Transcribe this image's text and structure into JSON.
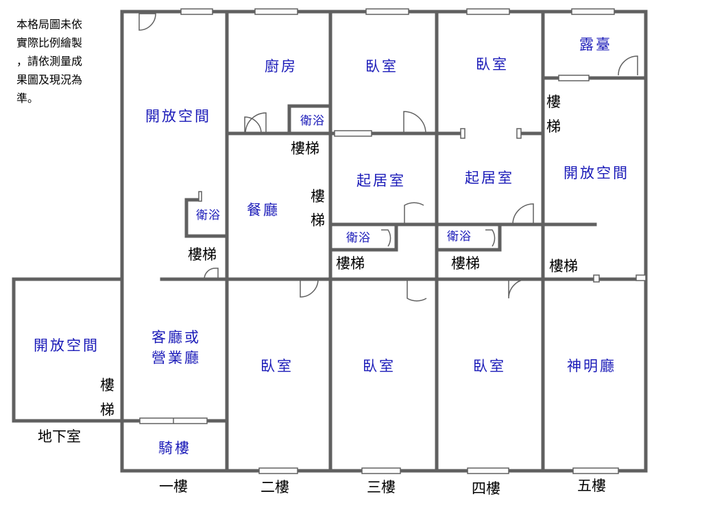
{
  "note": {
    "lines": [
      "本格局圖未依",
      "實際比例繪製",
      "，請依測量成",
      "果圖及現況為",
      "準。"
    ]
  },
  "floor_labels": {
    "basement": "地下室",
    "floor1": "一樓",
    "floor2": "二樓",
    "floor3": "三樓",
    "floor4": "四樓",
    "floor5": "五樓"
  },
  "rooms": {
    "basement_open_space": "開放空間",
    "f1_open_space": "開放空間",
    "f1_bathroom": "衛浴",
    "f1_living_line1": "客廳或",
    "f1_living_line2": "營業廳",
    "f1_arcade": "騎樓",
    "f2_kitchen": "廚房",
    "f2_bathroom": "衛浴",
    "f2_dining": "餐廳",
    "f2_bedroom": "臥室",
    "f3_bedroom_top": "臥室",
    "f3_living": "起居室",
    "f3_bathroom": "衛浴",
    "f3_bedroom_bottom": "臥室",
    "f4_bedroom_top": "臥室",
    "f4_living": "起居室",
    "f4_bathroom": "衛浴",
    "f4_bedroom_bottom": "臥室",
    "f5_terrace": "露臺",
    "f5_open_space": "開放空間",
    "f5_shrine": "神明廳"
  },
  "stairs": {
    "basement_s1": "樓",
    "basement_s2": "梯",
    "f1": "樓梯",
    "f2_under_bath": "樓梯",
    "f2_side_1": "樓",
    "f2_side_2": "梯",
    "f3": "樓梯",
    "f4": "樓梯",
    "f5_top_1": "樓",
    "f5_top_2": "梯",
    "f5_mid": "樓梯"
  }
}
